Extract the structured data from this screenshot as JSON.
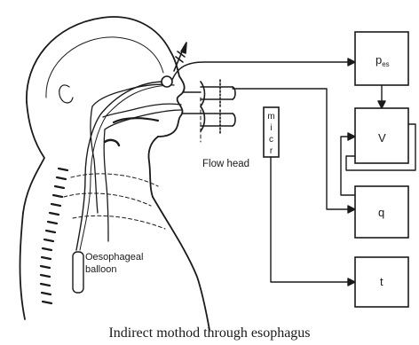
{
  "caption": "Indirect mothod through esophagus",
  "labels": {
    "flow_head": "Flow head",
    "oesophageal_line1": "Oesophageal",
    "oesophageal_line2": "balloon",
    "micr": [
      "m",
      "i",
      "c",
      "r"
    ]
  },
  "boxes": {
    "pes_main": "p",
    "pes_sub": "es",
    "volume": "V",
    "flow": "q",
    "time": "t"
  },
  "colors": {
    "ink": "#1a1a1a",
    "background": "#ffffff"
  }
}
